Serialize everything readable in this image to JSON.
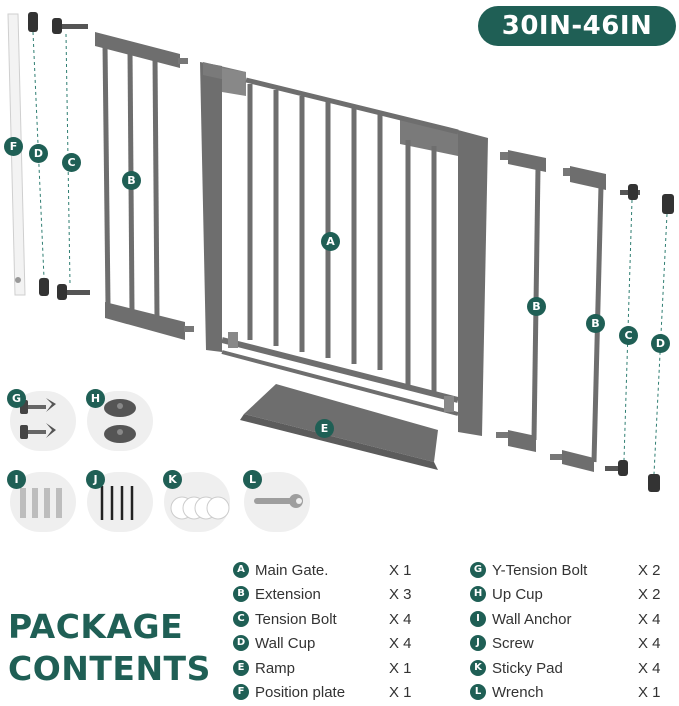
{
  "size_badge": "30IN-46IN",
  "title_line1": "PACKAGE",
  "title_line2": "CONTENTS",
  "brand_color": "#1f5f55",
  "gate_color": "#6e6e6e",
  "diagram_markers": {
    "A": "A",
    "B": "B",
    "C": "C",
    "D": "D",
    "E": "E",
    "F": "F",
    "G": "G",
    "H": "H",
    "I": "I",
    "J": "J",
    "K": "K",
    "L": "L"
  },
  "parts_left": [
    {
      "letter": "A",
      "name": "Main Gate.",
      "qty": "X 1"
    },
    {
      "letter": "B",
      "name": "Extension",
      "qty": "X 3"
    },
    {
      "letter": "C",
      "name": "Tension Bolt",
      "qty": "X 4"
    },
    {
      "letter": "D",
      "name": "Wall Cup",
      "qty": "X 4"
    },
    {
      "letter": "E",
      "name": "Ramp",
      "qty": "X 1"
    },
    {
      "letter": "F",
      "name": "Position plate",
      "qty": "X 1"
    }
  ],
  "parts_right": [
    {
      "letter": "G",
      "name": "Y-Tension Bolt",
      "qty": "X 2"
    },
    {
      "letter": "H",
      "name": "Up Cup",
      "qty": "X 2"
    },
    {
      "letter": "I",
      "name": "Wall Anchor",
      "qty": "X 4"
    },
    {
      "letter": "J",
      "name": "Screw",
      "qty": "X 4"
    },
    {
      "letter": "K",
      "name": "Sticky Pad",
      "qty": "X 4"
    },
    {
      "letter": "L",
      "name": "Wrench",
      "qty": "X 1"
    }
  ]
}
